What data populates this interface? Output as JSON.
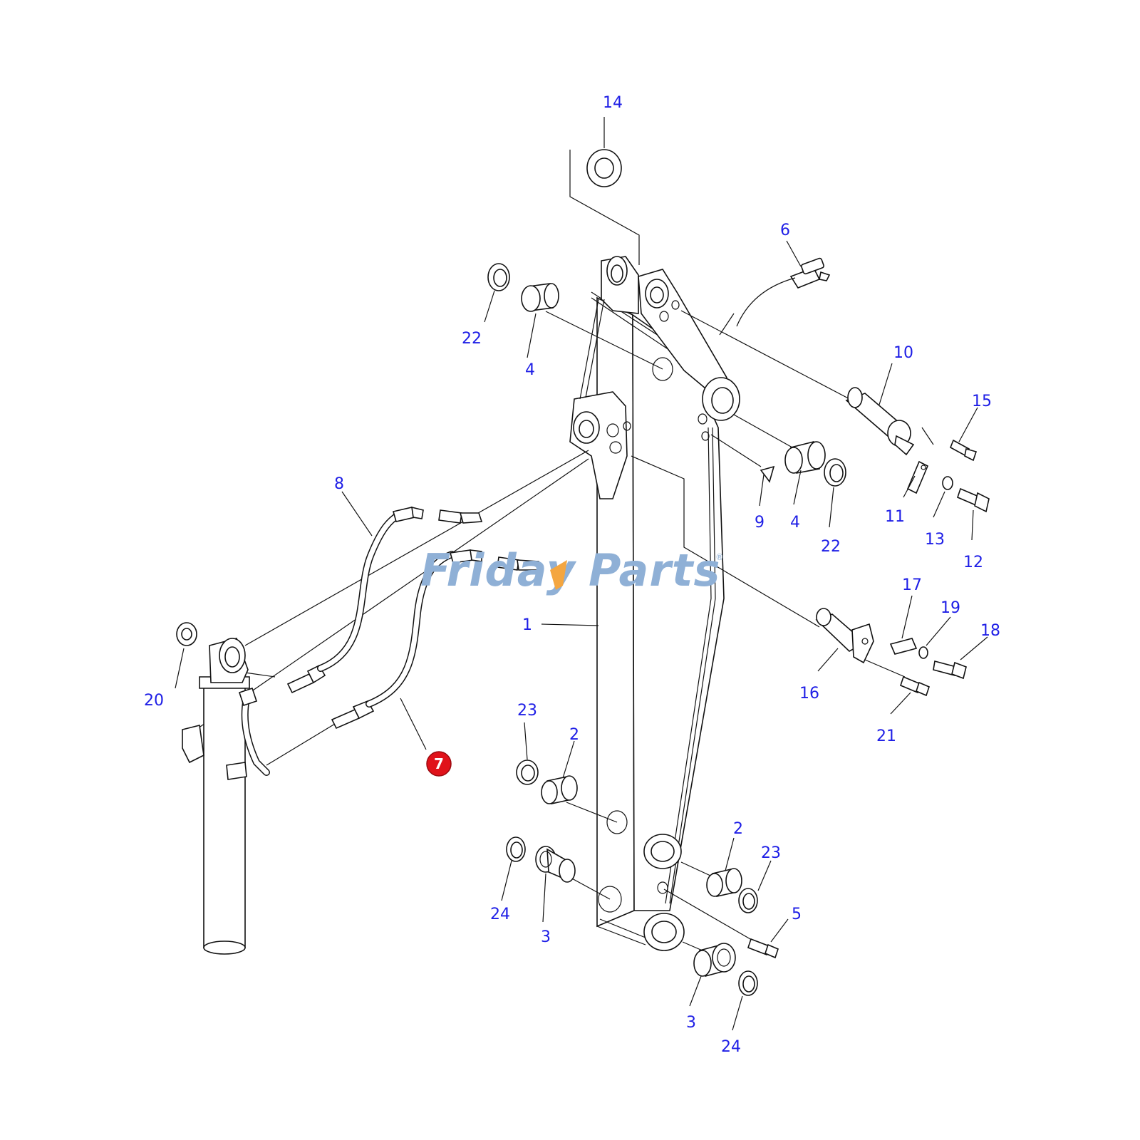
{
  "watermark": {
    "part1": "Friday",
    "part2": "Parts",
    "color_main": "#8fb0d6",
    "color_accent": "#f4a640",
    "reg": "®"
  },
  "colors": {
    "callout": "#1e1ee6",
    "highlight": "#e0121a",
    "line": "#111111"
  },
  "highlighted_part": "7",
  "callouts": [
    "14",
    "6",
    "22",
    "4",
    "10",
    "15",
    "8",
    "9",
    "4",
    "22",
    "11",
    "13",
    "12",
    "1",
    "17",
    "19",
    "18",
    "20",
    "16",
    "21",
    "23",
    "2",
    "2",
    "23",
    "5",
    "24",
    "3",
    "3",
    "24"
  ]
}
